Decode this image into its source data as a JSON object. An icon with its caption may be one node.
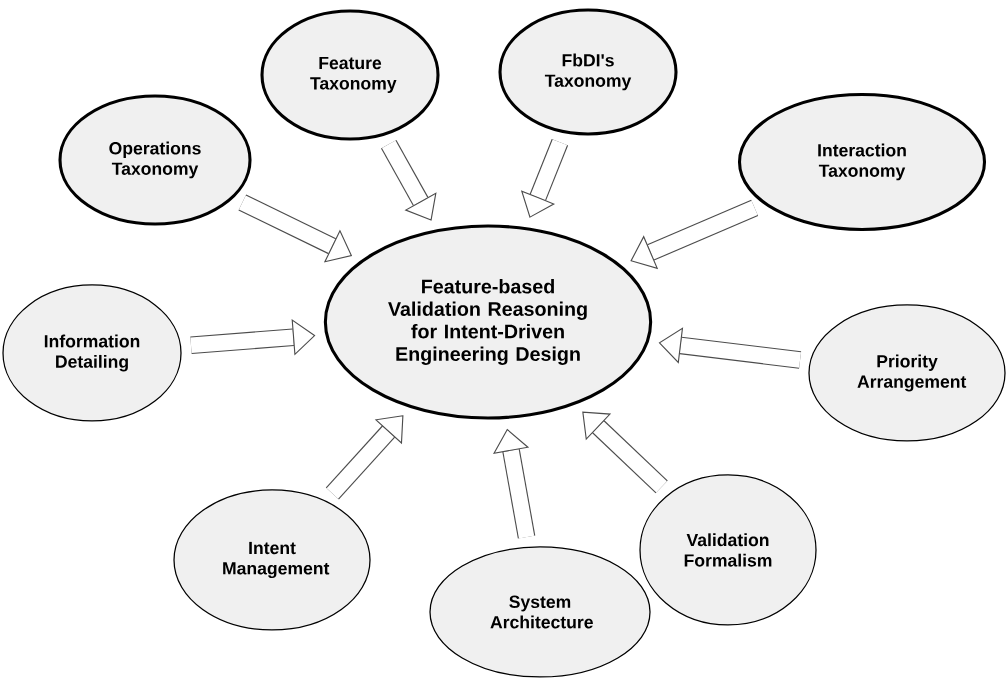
{
  "diagram": {
    "nodes": [
      {
        "text": [
          "Feature Taxonomy"
        ]
      },
      {
        "text": [
          "FbDI's Taxonomy"
        ]
      },
      {
        "text": [
          "Operations Taxonomy"
        ]
      },
      {
        "text": [
          "Interaction Taxonomy"
        ]
      },
      {
        "text": [
          "Feature-based Validation Reasoning for Intent-Driven Engineering Design"
        ]
      },
      {
        "text": [
          "Information Detailing"
        ]
      },
      {
        "text": [
          "Priority Arrangement"
        ]
      },
      {
        "text": [
          "Intent Management"
        ]
      },
      {
        "text": [
          "Validation Formalism"
        ]
      },
      {
        "text": [
          "System Architecture"
        ]
      }
    ],
    "edges": [
      {
        "from": 0,
        "to": 4,
        "arrow": "to"
      },
      {
        "from": 1,
        "to": 4,
        "arrow": "to"
      },
      {
        "from": 2,
        "to": 4,
        "arrow": "to"
      },
      {
        "from": 3,
        "to": 4,
        "arrow": "to"
      },
      {
        "from": 5,
        "to": 4,
        "arrow": "to"
      },
      {
        "from": 6,
        "to": 4,
        "arrow": "to"
      },
      {
        "from": 7,
        "to": 4,
        "arrow": "to"
      },
      {
        "from": 8,
        "to": 4,
        "arrow": "to"
      },
      {
        "from": 9,
        "to": 4,
        "arrow": "to"
      }
    ]
  }
}
